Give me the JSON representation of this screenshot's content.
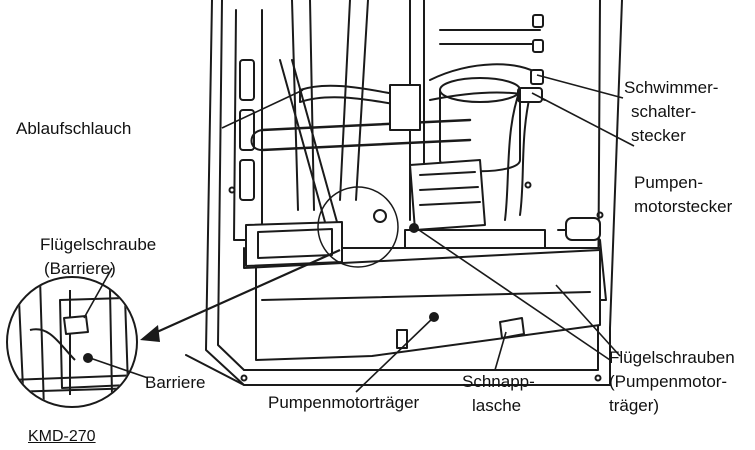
{
  "labels": {
    "ablaufschlauch": "Ablaufschlauch",
    "schwimmer_line1": "Schwimmer-",
    "schwimmer_line2": "schalter-",
    "schwimmer_line3": "stecker",
    "pumpen_line1": "Pumpen-",
    "pumpen_line2": "motorstecker",
    "fluegel_line1": "Flügelschraube",
    "fluegel_line2": "(Barriere)",
    "barriere": "Barriere",
    "traeger": "Pumpenmotorträger",
    "schnapp_line1": "Schnapp-",
    "schnapp_line2": "lasche",
    "fluegeln_line1": "Flügelschrauben",
    "fluegeln_line2": "(Pumpenmotor-",
    "fluegeln_line3": "träger)",
    "model": "KMD-270"
  },
  "colors": {
    "line": "#1a1a1a",
    "fill": "#ffffff",
    "shade": "#d9d9d9",
    "text": "#111111"
  }
}
